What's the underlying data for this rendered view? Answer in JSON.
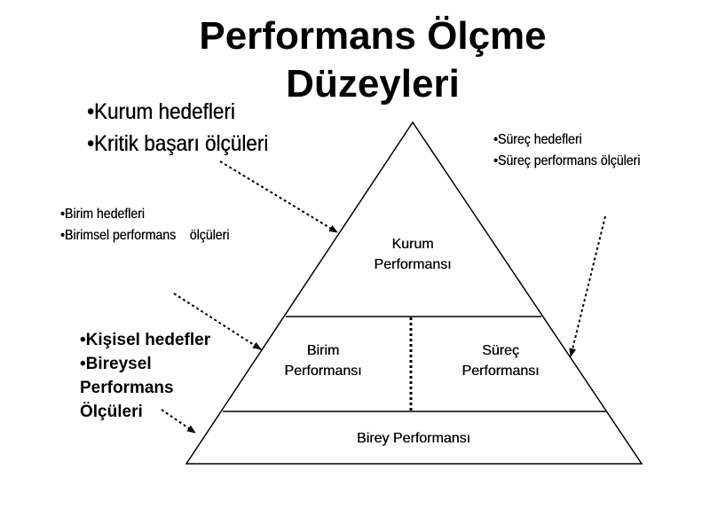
{
  "title": {
    "line1": "Performans Ölçme",
    "line2": "Düzeyleri"
  },
  "kurum_bullets": [
    "•Kurum hedefleri",
    "•Kritik başarı ölçüleri"
  ],
  "birim_bullets": [
    "•Birim hedefleri",
    "•Birimsel performans    ölçüleri"
  ],
  "surec_bullets": [
    "•Süreç hedefleri",
    "•Süreç performans ölçüleri"
  ],
  "kisisel_bullets": [
    "•Kişisel hedefler",
    "•Bireysel",
    "Performans",
    "Ölçüleri"
  ],
  "pyramid": {
    "kurum": {
      "line1": "Kurum",
      "line2": "Performansı"
    },
    "birim": {
      "line1": "Birim",
      "line2": "Performansı"
    },
    "surec": {
      "line1": "Süreç",
      "line2": "Performansı"
    },
    "birey": "Birey Performansı"
  }
}
